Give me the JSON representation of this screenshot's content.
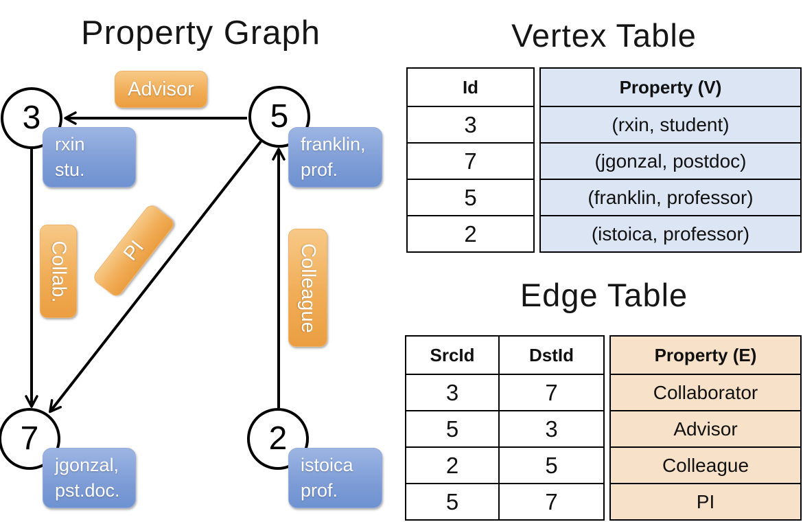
{
  "graph": {
    "title": "Property Graph",
    "nodes": [
      {
        "id": "3",
        "line1": "rxin",
        "line2": "stu."
      },
      {
        "id": "5",
        "line1": "franklin,",
        "line2": "prof."
      },
      {
        "id": "7",
        "line1": "jgonzal,",
        "line2": "pst.doc."
      },
      {
        "id": "2",
        "line1": "istoica",
        "line2": "prof."
      }
    ],
    "edge_labels": {
      "advisor": "Advisor",
      "collab": "Collab.",
      "pi": "PI",
      "colleague": "Colleague"
    }
  },
  "vertex_table": {
    "title": "Vertex Table",
    "headers": {
      "id": "Id",
      "property": "Property (V)"
    },
    "rows": [
      {
        "id": "3",
        "property": "(rxin, student)"
      },
      {
        "id": "7",
        "property": "(jgonzal, postdoc)"
      },
      {
        "id": "5",
        "property": "(franklin, professor)"
      },
      {
        "id": "2",
        "property": "(istoica, professor)"
      }
    ]
  },
  "edge_table": {
    "title": "Edge Table",
    "headers": {
      "src": "SrcId",
      "dst": "DstId",
      "property": "Property (E)"
    },
    "rows": [
      {
        "src": "3",
        "dst": "7",
        "property": "Collaborator"
      },
      {
        "src": "5",
        "dst": "3",
        "property": "Advisor"
      },
      {
        "src": "2",
        "dst": "5",
        "property": "Colleague"
      },
      {
        "src": "5",
        "dst": "7",
        "property": "PI"
      }
    ]
  },
  "colors": {
    "edge_label_fill": "#f0ab55",
    "vertex_property_fill": "#7b9bd5",
    "vertex_table_cell_bg": "#dbe5f3",
    "edge_table_cell_bg": "#f7e1c8",
    "table_border": "#000000",
    "badge_text": "#ffffff"
  }
}
